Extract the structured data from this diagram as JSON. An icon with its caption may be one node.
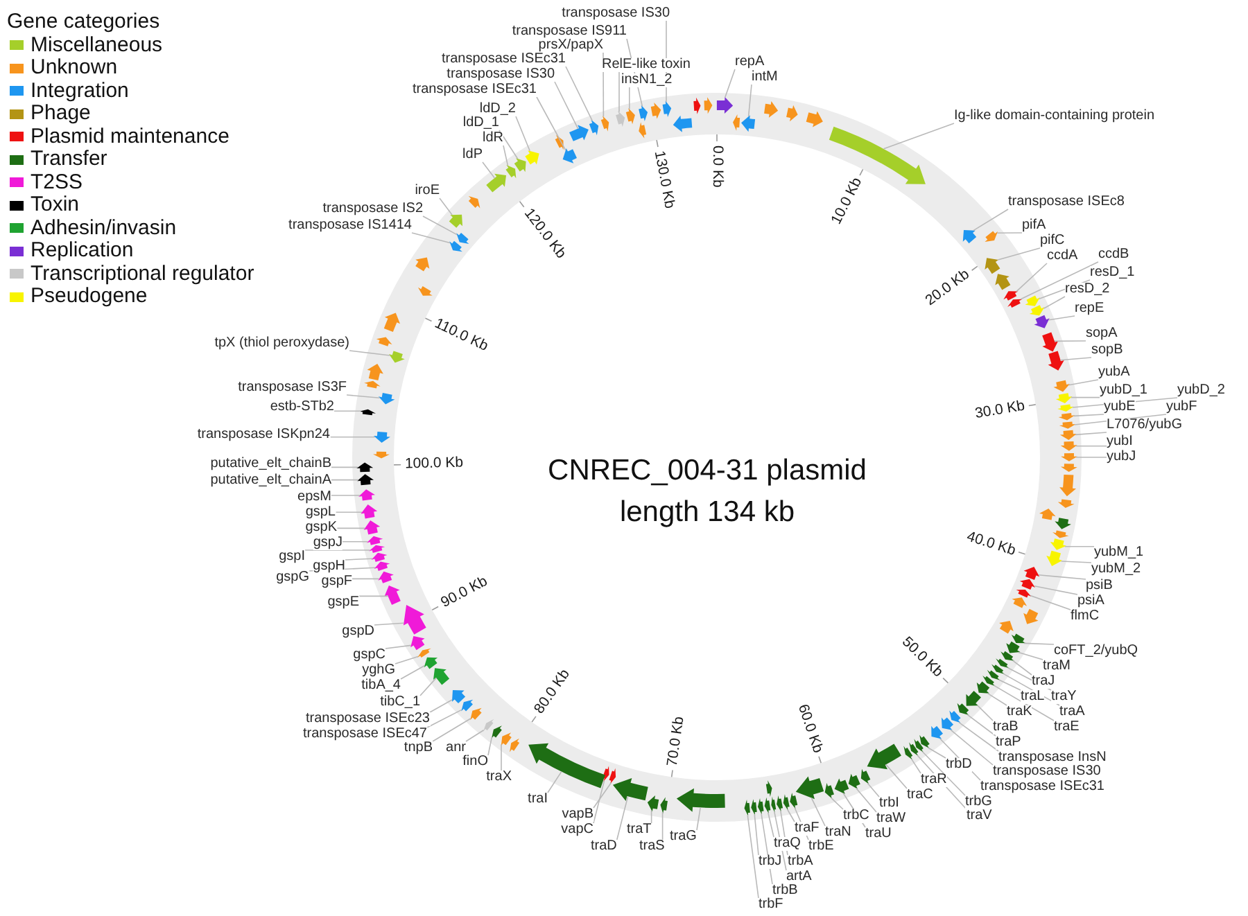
{
  "diagram": {
    "title": "CNREC_004-31 plasmid length 134 kb",
    "nodes": [
      {
        "text": [
          "repA"
        ]
      },
      {
        "text": [],
        "shape": "arrow"
      },
      {
        "text": [
          "intM"
        ]
      },
      {
        "text": [],
        "shape": "arrow"
      },
      {
        "text": [],
        "shape": "arrow"
      },
      {
        "text": [],
        "shape": "arrow"
      },
      {
        "text": [],
        "shape": "arrow"
      },
      {
        "text": [],
        "shape": "arrow"
      },
      {
        "text": [
          "Ig-like domain-containing protein"
        ]
      },
      {
        "text": [],
        "shape": "arrow"
      },
      {
        "text": [
          "transposase ISEc8"
        ]
      },
      {
        "text": [],
        "shape": "arrow"
      },
      {
        "text": [
          "pifA"
        ]
      },
      {
        "text": [],
        "shape": "arrow"
      },
      {
        "text": [
          "pifC"
        ]
      },
      {
        "text": [],
        "shape": "arrow"
      },
      {
        "text": [],
        "shape": "arrow"
      },
      {
        "text": [
          "ccdA"
        ]
      },
      {
        "text": [],
        "shape": "arrow"
      },
      {
        "text": [
          "ccdB"
        ]
      },
      {
        "text": [],
        "shape": "arrow"
      },
      {
        "text": [
          "resD_1"
        ]
      },
      {
        "text": [],
        "shape": "arrow"
      },
      {
        "text": [
          "resD_2"
        ]
      },
      {
        "text": [],
        "shape": "arrow"
      },
      {
        "text": [
          "repE"
        ]
      },
      {
        "text": [],
        "shape": "arrow"
      },
      {
        "text": [
          "sopA"
        ]
      },
      {
        "text": [],
        "shape": "arrow"
      },
      {
        "text": [
          "sopB"
        ]
      },
      {
        "text": [],
        "shape": "arrow"
      },
      {
        "text": [
          "yubA"
        ]
      },
      {
        "text": [],
        "shape": "arrow"
      },
      {
        "text": [
          "yubD_1"
        ]
      },
      {
        "text": [],
        "shape": "arrow"
      },
      {
        "text": [
          "yubD_2"
        ]
      },
      {
        "text": [],
        "shape": "arrow"
      },
      {
        "text": [
          "yubE"
        ]
      },
      {
        "text": [],
        "shape": "arrow"
      },
      {
        "text": [
          "yubF"
        ]
      },
      {
        "text": [],
        "shape": "arrow"
      },
      {
        "text": [
          "L7076/yubG"
        ]
      },
      {
        "text": [],
        "shape": "arrow"
      },
      {
        "text": [
          "yubI"
        ]
      },
      {
        "text": [],
        "shape": "arrow"
      },
      {
        "text": [
          "yubJ"
        ]
      },
      {
        "text": [],
        "shape": "arrow"
      },
      {
        "text": [],
        "shape": "arrow"
      },
      {
        "text": [],
        "shape": "arrow"
      },
      {
        "text": [],
        "shape": "arrow"
      },
      {
        "text": [],
        "shape": "arrow"
      },
      {
        "text": [],
        "shape": "arrow"
      },
      {
        "text": [],
        "shape": "arrow"
      },
      {
        "text": [
          "yubM_1"
        ]
      },
      {
        "text": [],
        "shape": "arrow"
      },
      {
        "text": [
          "yubM_2"
        ]
      },
      {
        "text": [],
        "shape": "arrow"
      },
      {
        "text": [
          "psiB"
        ]
      },
      {
        "text": [],
        "shape": "arrow"
      },
      {
        "text": [
          "psiA"
        ]
      },
      {
        "text": [],
        "shape": "arrow"
      },
      {
        "text": [
          "flmC"
        ]
      },
      {
        "text": [],
        "shape": "arrow"
      },
      {
        "text": [],
        "shape": "arrow"
      },
      {
        "text": [],
        "shape": "arrow"
      },
      {
        "text": [],
        "shape": "arrow"
      },
      {
        "text": [
          "coFT_2/yubQ"
        ]
      },
      {
        "text": [],
        "shape": "arrow"
      },
      {
        "text": [
          "traM"
        ]
      },
      {
        "text": [],
        "shape": "arrow"
      },
      {
        "text": [
          "traJ"
        ]
      },
      {
        "text": [],
        "shape": "arrow"
      },
      {
        "text": [
          "traY"
        ]
      },
      {
        "text": [],
        "shape": "arrow"
      },
      {
        "text": [
          "traA"
        ]
      },
      {
        "text": [],
        "shape": "arrow"
      },
      {
        "text": [
          "traL"
        ]
      },
      {
        "text": [],
        "shape": "arrow"
      },
      {
        "text": [
          "traE"
        ]
      },
      {
        "text": [],
        "shape": "arrow"
      },
      {
        "text": [
          "traK"
        ]
      },
      {
        "text": [],
        "shape": "arrow"
      },
      {
        "text": [
          "traB"
        ]
      },
      {
        "text": [],
        "shape": "arrow"
      },
      {
        "text": [
          "traP"
        ]
      },
      {
        "text": [],
        "shape": "arrow"
      },
      {
        "text": [
          "transposase InsN"
        ]
      },
      {
        "text": [],
        "shape": "arrow"
      },
      {
        "text": [
          "transposase IS30"
        ]
      },
      {
        "text": [],
        "shape": "arrow"
      },
      {
        "text": [
          "transposase ISEc31"
        ]
      },
      {
        "text": [],
        "shape": "arrow"
      },
      {
        "text": [
          "trbD"
        ]
      },
      {
        "text": [],
        "shape": "arrow"
      },
      {
        "text": [
          "trbG"
        ]
      },
      {
        "text": [],
        "shape": "arrow"
      },
      {
        "text": [
          "traV"
        ]
      },
      {
        "text": [],
        "shape": "arrow"
      },
      {
        "text": [
          "traR"
        ]
      },
      {
        "text": [],
        "shape": "arrow"
      },
      {
        "text": [
          "traC"
        ]
      },
      {
        "text": [],
        "shape": "arrow"
      },
      {
        "text": [
          "trbI"
        ]
      },
      {
        "text": [],
        "shape": "arrow"
      },
      {
        "text": [
          "traW"
        ]
      },
      {
        "text": [],
        "shape": "arrow"
      },
      {
        "text": [
          "traU"
        ]
      },
      {
        "text": [],
        "shape": "arrow"
      },
      {
        "text": [
          "trbC"
        ]
      },
      {
        "text": [],
        "shape": "arrow"
      },
      {
        "text": [
          "traN"
        ]
      },
      {
        "text": [],
        "shape": "arrow"
      },
      {
        "text": [
          "trbE"
        ]
      },
      {
        "text": [],
        "shape": "arrow"
      },
      {
        "text": [
          "traF"
        ]
      },
      {
        "text": [],
        "shape": "arrow"
      },
      {
        "text": [
          "trbA"
        ]
      },
      {
        "text": [],
        "shape": "arrow"
      },
      {
        "text": [
          "artA"
        ]
      },
      {
        "text": [],
        "shape": "arrow"
      },
      {
        "text": [],
        "shape": "arrow"
      },
      {
        "text": [
          "traQ"
        ]
      },
      {
        "text": [],
        "shape": "arrow"
      },
      {
        "text": [
          "trbB"
        ]
      },
      {
        "text": [],
        "shape": "arrow"
      },
      {
        "text": [
          "trbJ"
        ]
      },
      {
        "text": [],
        "shape": "arrow"
      },
      {
        "text": [
          "trbF"
        ]
      },
      {
        "text": [],
        "shape": "arrow"
      },
      {
        "text": [
          "traG"
        ]
      },
      {
        "text": [],
        "shape": "arrow"
      },
      {
        "text": [
          "traS"
        ]
      },
      {
        "text": [],
        "shape": "arrow"
      },
      {
        "text": [
          "traT"
        ]
      },
      {
        "text": [],
        "shape": "arrow"
      },
      {
        "text": [
          "traD"
        ]
      },
      {
        "text": [],
        "shape": "arrow"
      },
      {
        "text": [
          "vapB"
        ]
      },
      {
        "text": [],
        "shape": "arrow"
      },
      {
        "text": [
          "vapC"
        ]
      },
      {
        "text": [],
        "shape": "arrow"
      },
      {
        "text": [
          "traI"
        ]
      },
      {
        "text": [],
        "shape": "arrow"
      },
      {
        "text": [],
        "shape": "arrow"
      },
      {
        "text": [
          "traX"
        ]
      },
      {
        "text": [],
        "shape": "arrow"
      },
      {
        "text": [
          "finO"
        ]
      },
      {
        "text": [],
        "shape": "arrow"
      },
      {
        "text": [
          "anr"
        ]
      },
      {
        "text": [],
        "shape": "arrow"
      },
      {
        "text": [
          "tnpB"
        ]
      },
      {
        "text": [],
        "shape": "arrow"
      },
      {
        "text": [
          "transposase ISEc47"
        ]
      },
      {
        "text": [],
        "shape": "arrow"
      },
      {
        "text": [
          "transposase ISEc23"
        ]
      },
      {
        "text": [],
        "shape": "arrow"
      },
      {
        "text": [
          "tibC_1"
        ]
      },
      {
        "text": [],
        "shape": "arrow"
      },
      {
        "text": [
          "tibA_4"
        ]
      },
      {
        "text": [],
        "shape": "arrow"
      },
      {
        "text": [
          "yghG"
        ]
      },
      {
        "text": [],
        "shape": "arrow"
      },
      {
        "text": [
          "gspC"
        ]
      },
      {
        "text": [],
        "shape": "arrow"
      },
      {
        "text": [
          "gspD"
        ]
      },
      {
        "text": [],
        "shape": "arrow"
      },
      {
        "text": [
          "gspE"
        ]
      },
      {
        "text": [],
        "shape": "arrow"
      },
      {
        "text": [
          "gspF"
        ]
      },
      {
        "text": [],
        "shape": "arrow"
      },
      {
        "text": [
          "gspG"
        ]
      },
      {
        "text": [],
        "shape": "arrow"
      },
      {
        "text": [
          "gspH"
        ]
      },
      {
        "text": [],
        "shape": "arrow"
      },
      {
        "text": [
          "gspI"
        ]
      },
      {
        "text": [],
        "shape": "arrow"
      },
      {
        "text": [
          "gspJ"
        ]
      },
      {
        "text": [],
        "shape": "arrow"
      },
      {
        "text": [
          "gspK"
        ]
      },
      {
        "text": [],
        "shape": "arrow"
      },
      {
        "text": [
          "gspL"
        ]
      },
      {
        "text": [],
        "shape": "arrow"
      },
      {
        "text": [
          "epsM"
        ]
      },
      {
        "text": [],
        "shape": "arrow"
      },
      {
        "text": [
          "putative_elt_chainA"
        ]
      },
      {
        "text": [],
        "shape": "arrow"
      },
      {
        "text": [
          "putative_elt_chainB"
        ]
      },
      {
        "text": [],
        "shape": "arrow"
      },
      {
        "text": [],
        "shape": "arrow"
      },
      {
        "text": [
          "transposase ISKpn24"
        ]
      },
      {
        "text": [],
        "shape": "arrow"
      },
      {
        "text": [
          "estb-STb2"
        ]
      },
      {
        "text": [],
        "shape": "arrow"
      },
      {
        "text": [
          "transposase IS3F"
        ]
      },
      {
        "text": [],
        "shape": "arrow"
      },
      {
        "text": [],
        "shape": "arrow"
      },
      {
        "text": [],
        "shape": "arrow"
      },
      {
        "text": [
          "tpX (thiol peroxydase)"
        ]
      },
      {
        "text": [],
        "shape": "arrow"
      },
      {
        "text": [],
        "shape": "arrow"
      },
      {
        "text": [],
        "shape": "arrow"
      },
      {
        "text": [],
        "shape": "arrow"
      },
      {
        "text": [],
        "shape": "arrow"
      },
      {
        "text": [
          "transposase IS1414"
        ]
      },
      {
        "text": [],
        "shape": "arrow"
      },
      {
        "text": [
          "transposase IS2"
        ]
      },
      {
        "text": [],
        "shape": "arrow"
      },
      {
        "text": [
          "iroE"
        ]
      },
      {
        "text": [],
        "shape": "arrow"
      },
      {
        "text": [],
        "shape": "arrow"
      },
      {
        "text": [
          "ldP"
        ]
      },
      {
        "text": [],
        "shape": "arrow"
      },
      {
        "text": [
          "ldR"
        ]
      },
      {
        "text": [],
        "shape": "arrow"
      },
      {
        "text": [
          "ldD_1"
        ]
      },
      {
        "text": [],
        "shape": "arrow"
      },
      {
        "text": [
          "ldD_2"
        ]
      },
      {
        "text": [],
        "shape": "arrow"
      },
      {
        "text": [],
        "shape": "arrow"
      },
      {
        "text": [
          "transposase ISEc31"
        ]
      },
      {
        "text": [],
        "shape": "arrow"
      },
      {
        "text": [
          "transposase IS30"
        ]
      },
      {
        "text": [],
        "shape": "arrow"
      },
      {
        "text": [
          "transposase ISEc31"
        ]
      },
      {
        "text": [],
        "shape": "arrow"
      },
      {
        "text": [
          "prsX/papX"
        ]
      },
      {
        "text": [],
        "shape": "arrow"
      },
      {
        "text": [
          "RelE-like toxin"
        ]
      },
      {
        "text": [],
        "shape": "arrow"
      },
      {
        "text": [
          "insN1_2"
        ]
      },
      {
        "text": [],
        "shape": "arrow"
      },
      {
        "text": [],
        "shape": "arrow"
      },
      {
        "text": [
          "transposase IS911"
        ]
      },
      {
        "text": [],
        "shape": "arrow"
      },
      {
        "text": [],
        "shape": "arrow"
      },
      {
        "text": [
          "transposase IS30"
        ]
      },
      {
        "text": [],
        "shape": "arrow"
      },
      {
        "text": [],
        "shape": "arrow"
      },
      {
        "text": [],
        "shape": "arrow"
      },
      {
        "text": [],
        "shape": "arrow"
      }
    ],
    "edges": [
      {
        "from": 0,
        "to": 1,
        "arrow": "none"
      },
      {
        "from": 2,
        "to": 3,
        "arrow": "none"
      },
      {
        "from": 8,
        "to": 9,
        "arrow": "none"
      },
      {
        "from": 10,
        "to": 11,
        "arrow": "none"
      },
      {
        "from": 12,
        "to": 13,
        "arrow": "none"
      },
      {
        "from": 14,
        "to": 15,
        "arrow": "none"
      },
      {
        "from": 17,
        "to": 18,
        "arrow": "none"
      },
      {
        "from": 19,
        "to": 20,
        "arrow": "none"
      },
      {
        "from": 21,
        "to": 22,
        "arrow": "none"
      },
      {
        "from": 23,
        "to": 24,
        "arrow": "none"
      },
      {
        "from": 25,
        "to": 26,
        "arrow": "none"
      },
      {
        "from": 27,
        "to": 28,
        "arrow": "none"
      },
      {
        "from": 29,
        "to": 30,
        "arrow": "none"
      },
      {
        "from": 31,
        "to": 32,
        "arrow": "none"
      },
      {
        "from": 33,
        "to": 34,
        "arrow": "none"
      },
      {
        "from": 35,
        "to": 36,
        "arrow": "none"
      },
      {
        "from": 37,
        "to": 38,
        "arrow": "none"
      },
      {
        "from": 39,
        "to": 40,
        "arrow": "none"
      },
      {
        "from": 41,
        "to": 42,
        "arrow": "none"
      },
      {
        "from": 43,
        "to": 44,
        "arrow": "none"
      },
      {
        "from": 45,
        "to": 46,
        "arrow": "none"
      },
      {
        "from": 53,
        "to": 54,
        "arrow": "none"
      },
      {
        "from": 55,
        "to": 56,
        "arrow": "none"
      },
      {
        "from": 57,
        "to": 58,
        "arrow": "none"
      },
      {
        "from": 59,
        "to": 60,
        "arrow": "none"
      },
      {
        "from": 61,
        "to": 62,
        "arrow": "none"
      },
      {
        "from": 66,
        "to": 67,
        "arrow": "none"
      },
      {
        "from": 68,
        "to": 69,
        "arrow": "none"
      },
      {
        "from": 70,
        "to": 71,
        "arrow": "none"
      },
      {
        "from": 72,
        "to": 73,
        "arrow": "none"
      },
      {
        "from": 74,
        "to": 75,
        "arrow": "none"
      },
      {
        "from": 76,
        "to": 77,
        "arrow": "none"
      },
      {
        "from": 78,
        "to": 79,
        "arrow": "none"
      },
      {
        "from": 80,
        "to": 81,
        "arrow": "none"
      },
      {
        "from": 82,
        "to": 83,
        "arrow": "none"
      },
      {
        "from": 84,
        "to": 85,
        "arrow": "none"
      },
      {
        "from": 86,
        "to": 87,
        "arrow": "none"
      },
      {
        "from": 88,
        "to": 89,
        "arrow": "none"
      },
      {
        "from": 90,
        "to": 91,
        "arrow": "none"
      },
      {
        "from": 92,
        "to": 93,
        "arrow": "none"
      },
      {
        "from": 94,
        "to": 95,
        "arrow": "none"
      },
      {
        "from": 96,
        "to": 97,
        "arrow": "none"
      },
      {
        "from": 98,
        "to": 99,
        "arrow": "none"
      },
      {
        "from": 100,
        "to": 101,
        "arrow": "none"
      },
      {
        "from": 102,
        "to": 103,
        "arrow": "none"
      },
      {
        "from": 104,
        "to": 105,
        "arrow": "none"
      },
      {
        "from": 106,
        "to": 107,
        "arrow": "none"
      },
      {
        "from": 108,
        "to": 109,
        "arrow": "none"
      },
      {
        "from": 110,
        "to": 111,
        "arrow": "none"
      },
      {
        "from": 112,
        "to": 113,
        "arrow": "none"
      },
      {
        "from": 114,
        "to": 115,
        "arrow": "none"
      },
      {
        "from": 116,
        "to": 117,
        "arrow": "none"
      },
      {
        "from": 118,
        "to": 119,
        "arrow": "none"
      },
      {
        "from": 121,
        "to": 122,
        "arrow": "none"
      },
      {
        "from": 123,
        "to": 124,
        "arrow": "none"
      },
      {
        "from": 125,
        "to": 126,
        "arrow": "none"
      },
      {
        "from": 127,
        "to": 128,
        "arrow": "none"
      },
      {
        "from": 129,
        "to": 130,
        "arrow": "none"
      },
      {
        "from": 131,
        "to": 132,
        "arrow": "none"
      },
      {
        "from": 133,
        "to": 134,
        "arrow": "none"
      },
      {
        "from": 135,
        "to": 136,
        "arrow": "none"
      },
      {
        "from": 137,
        "to": 138,
        "arrow": "none"
      },
      {
        "from": 139,
        "to": 140,
        "arrow": "none"
      },
      {
        "from": 141,
        "to": 142,
        "arrow": "none"
      },
      {
        "from": 144,
        "to": 145,
        "arrow": "none"
      },
      {
        "from": 146,
        "to": 147,
        "arrow": "none"
      },
      {
        "from": 148,
        "to": 149,
        "arrow": "none"
      },
      {
        "from": 150,
        "to": 151,
        "arrow": "none"
      },
      {
        "from": 152,
        "to": 153,
        "arrow": "none"
      },
      {
        "from": 154,
        "to": 155,
        "arrow": "none"
      },
      {
        "from": 156,
        "to": 157,
        "arrow": "none"
      },
      {
        "from": 158,
        "to": 159,
        "arrow": "none"
      },
      {
        "from": 160,
        "to": 161,
        "arrow": "none"
      },
      {
        "from": 162,
        "to": 163,
        "arrow": "none"
      },
      {
        "from": 164,
        "to": 165,
        "arrow": "none"
      },
      {
        "from": 166,
        "to": 167,
        "arrow": "none"
      },
      {
        "from": 168,
        "to": 169,
        "arrow": "none"
      },
      {
        "from": 170,
        "to": 171,
        "arrow": "none"
      },
      {
        "from": 172,
        "to": 173,
        "arrow": "none"
      },
      {
        "from": 174,
        "to": 175,
        "arrow": "none"
      },
      {
        "from": 176,
        "to": 177,
        "arrow": "none"
      },
      {
        "from": 178,
        "to": 179,
        "arrow": "none"
      },
      {
        "from": 180,
        "to": 181,
        "arrow": "none"
      },
      {
        "from": 182,
        "to": 183,
        "arrow": "none"
      },
      {
        "from": 184,
        "to": 185,
        "arrow": "none"
      },
      {
        "from": 186,
        "to": 187,
        "arrow": "none"
      },
      {
        "from": 189,
        "to": 190,
        "arrow": "none"
      },
      {
        "from": 191,
        "to": 192,
        "arrow": "none"
      },
      {
        "from": 193,
        "to": 194,
        "arrow": "none"
      },
      {
        "from": 197,
        "to": 198,
        "arrow": "none"
      },
      {
        "from": 203,
        "to": 204,
        "arrow": "none"
      },
      {
        "from": 205,
        "to": 206,
        "arrow": "none"
      },
      {
        "from": 207,
        "to": 208,
        "arrow": "none"
      },
      {
        "from": 210,
        "to": 211,
        "arrow": "none"
      },
      {
        "from": 212,
        "to": 213,
        "arrow": "none"
      },
      {
        "from": 214,
        "to": 215,
        "arrow": "none"
      },
      {
        "from": 216,
        "to": 217,
        "arrow": "none"
      },
      {
        "from": 219,
        "to": 220,
        "arrow": "none"
      },
      {
        "from": 221,
        "to": 222,
        "arrow": "none"
      },
      {
        "from": 223,
        "to": 224,
        "arrow": "none"
      },
      {
        "from": 225,
        "to": 226,
        "arrow": "none"
      },
      {
        "from": 227,
        "to": 228,
        "arrow": "none"
      },
      {
        "from": 229,
        "to": 230,
        "arrow": "none"
      },
      {
        "from": 232,
        "to": 233,
        "arrow": "none"
      },
      {
        "from": 235,
        "to": 236,
        "arrow": "none"
      }
    ],
    "labels": [
      "Gene categories",
      "0.0 Kb",
      "10.0 Kb",
      "20.0 Kb",
      "30.0 Kb",
      "40.0 Kb",
      "50.0 Kb",
      "60.0 Kb",
      "70.0 Kb",
      "80.0 Kb",
      "90.0 Kb",
      "100.0 Kb",
      "110.0 Kb",
      "120.0 Kb",
      "130.0 Kb"
    ],
    "legend": [
      {
        "text": "Miscellaneous",
        "color": "#a5cf2a"
      },
      {
        "text": "Unknown",
        "color": "#f7941d"
      },
      {
        "text": "Integration",
        "color": "#1e96f0"
      },
      {
        "text": "Phage",
        "color": "#b39414"
      },
      {
        "text": "Plasmid maintenance",
        "color": "#ee1111"
      },
      {
        "text": "Transfer",
        "color": "#1e6e14"
      },
      {
        "text": "T2SS",
        "color": "#f01ad8"
      },
      {
        "text": "Toxin",
        "color": "#000000"
      },
      {
        "text": "Adhesin/invasin",
        "color": "#1fa331"
      },
      {
        "text": "Replication",
        "color": "#7a2fd4"
      },
      {
        "text": "Transcriptional regulator",
        "color": "#c8c8c8"
      },
      {
        "text": "Pseudogene",
        "color": "#f8f400"
      }
    ]
  }
}
